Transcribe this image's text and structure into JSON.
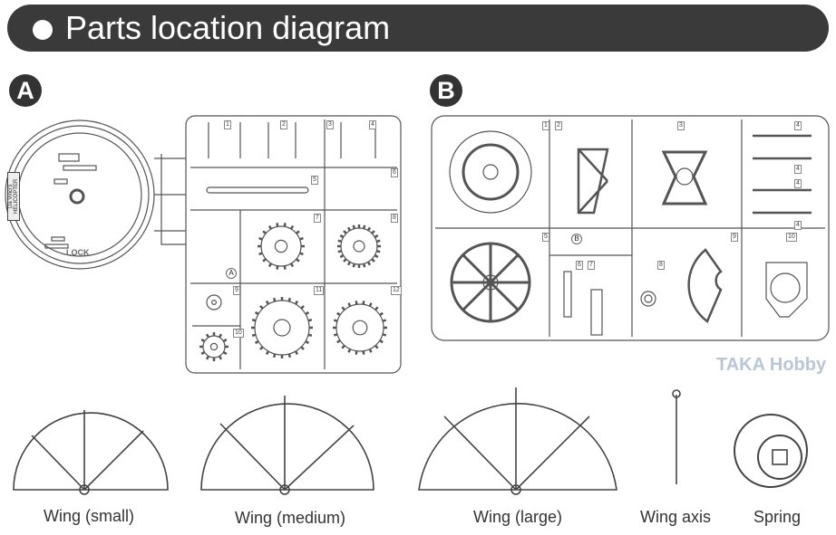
{
  "header": {
    "title": "Parts location diagram"
  },
  "sections": {
    "a": "A",
    "b": "B"
  },
  "sprue_a": {
    "part_numbers": [
      "1",
      "2",
      "3",
      "4",
      "5",
      "6",
      "7",
      "8",
      "9",
      "10",
      "11",
      "12"
    ],
    "body_label": "Da Vinci's HELICOPTER",
    "lock_label": "LOCK",
    "marker": "A"
  },
  "sprue_b": {
    "part_numbers": [
      "1",
      "2",
      "3",
      "4",
      "4",
      "4",
      "4",
      "5",
      "6",
      "7",
      "8",
      "9",
      "10"
    ],
    "marker": "B"
  },
  "parts": [
    {
      "label": "Wing (small)"
    },
    {
      "label": "Wing (medium)"
    },
    {
      "label": "Wing (large)"
    },
    {
      "label": "Wing axis"
    },
    {
      "label": "Spring"
    }
  ],
  "watermark": "TAKA Hobby"
}
